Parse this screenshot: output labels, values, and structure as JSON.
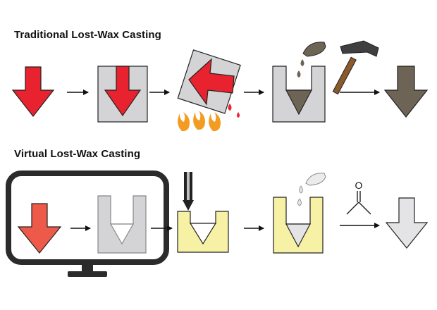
{
  "rows": {
    "traditional": {
      "title": "Traditional Lost-Wax Casting"
    },
    "virtual": {
      "title": "Virtual Lost-Wax Casting",
      "molecule_atom": "O"
    }
  },
  "colors": {
    "wax_red": "#e8232f",
    "virtual_red": "#ee5a4a",
    "metal_brown": "#6e6456",
    "mold_gray": "#d4d4d6",
    "mold_yellow": "#f7f1a6",
    "outline_dark": "#222222",
    "monitor_frame": "#2b2b2b",
    "flame_orange": "#f39c24",
    "hammer_head": "#3f3f3f",
    "hammer_handle": "#8a5a2b",
    "light_arrow": "#e4e4e6"
  },
  "icons": [
    "process-arrow-icon",
    "flame-icon",
    "hammer-icon",
    "crucible-icon",
    "drill-bit-icon",
    "monitor-icon",
    "molecule-icon"
  ]
}
